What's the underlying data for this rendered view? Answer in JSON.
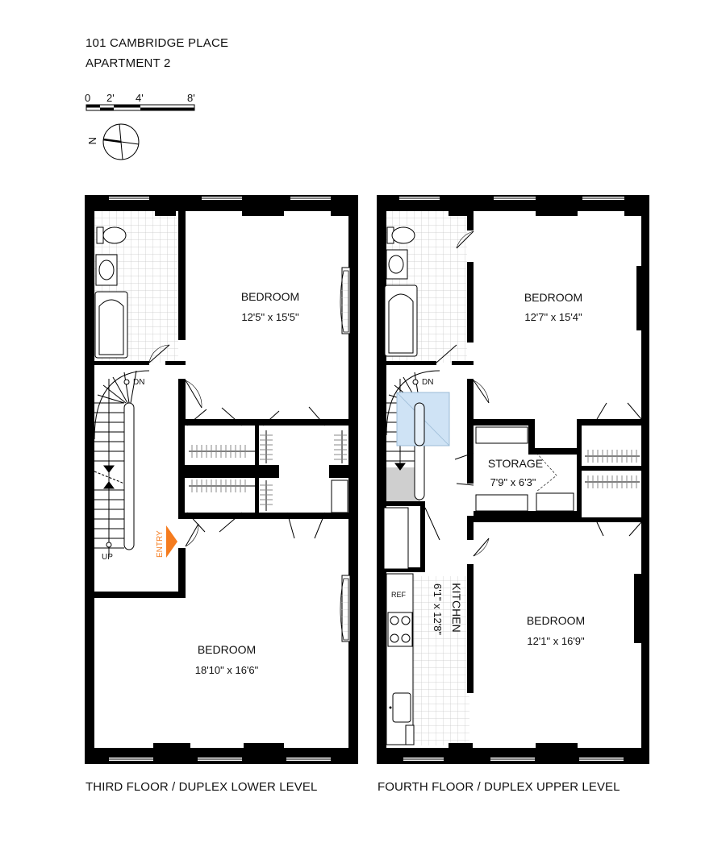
{
  "header": {
    "address": "101 CAMBRIDGE PLACE",
    "apartment": "APARTMENT 2"
  },
  "scale_bar": {
    "ticks": [
      "0",
      "2'",
      "4'",
      "8'"
    ]
  },
  "compass": {
    "label": "N"
  },
  "lower_level": {
    "caption": "THIRD FLOOR / DUPLEX LOWER LEVEL",
    "entry_label": "ENTRY",
    "stair_down": "DN",
    "stair_up": "UP",
    "rooms": [
      {
        "name": "BEDROOM",
        "dims": "12'5\" x 15'5\""
      },
      {
        "name": "BEDROOM",
        "dims": "18'10\" x 16'6\""
      }
    ]
  },
  "upper_level": {
    "caption": "FOURTH FLOOR / DUPLEX UPPER LEVEL",
    "stair_down": "DN",
    "ref_label": "REF",
    "rooms": [
      {
        "name": "BEDROOM",
        "dims": "12'7\" x 15'4\""
      },
      {
        "name": "STORAGE",
        "dims": "7'9\" x 6'3\""
      },
      {
        "name": "KITCHEN",
        "dims": "6'1\" x 12'8\""
      },
      {
        "name": "BEDROOM",
        "dims": "12'1\" x 16'9\""
      }
    ]
  },
  "colors": {
    "wall": "#000000",
    "entry_arrow": "#f57c1f",
    "skylight": "#cfe3f5",
    "stair_shade": "#cfcfcf"
  }
}
